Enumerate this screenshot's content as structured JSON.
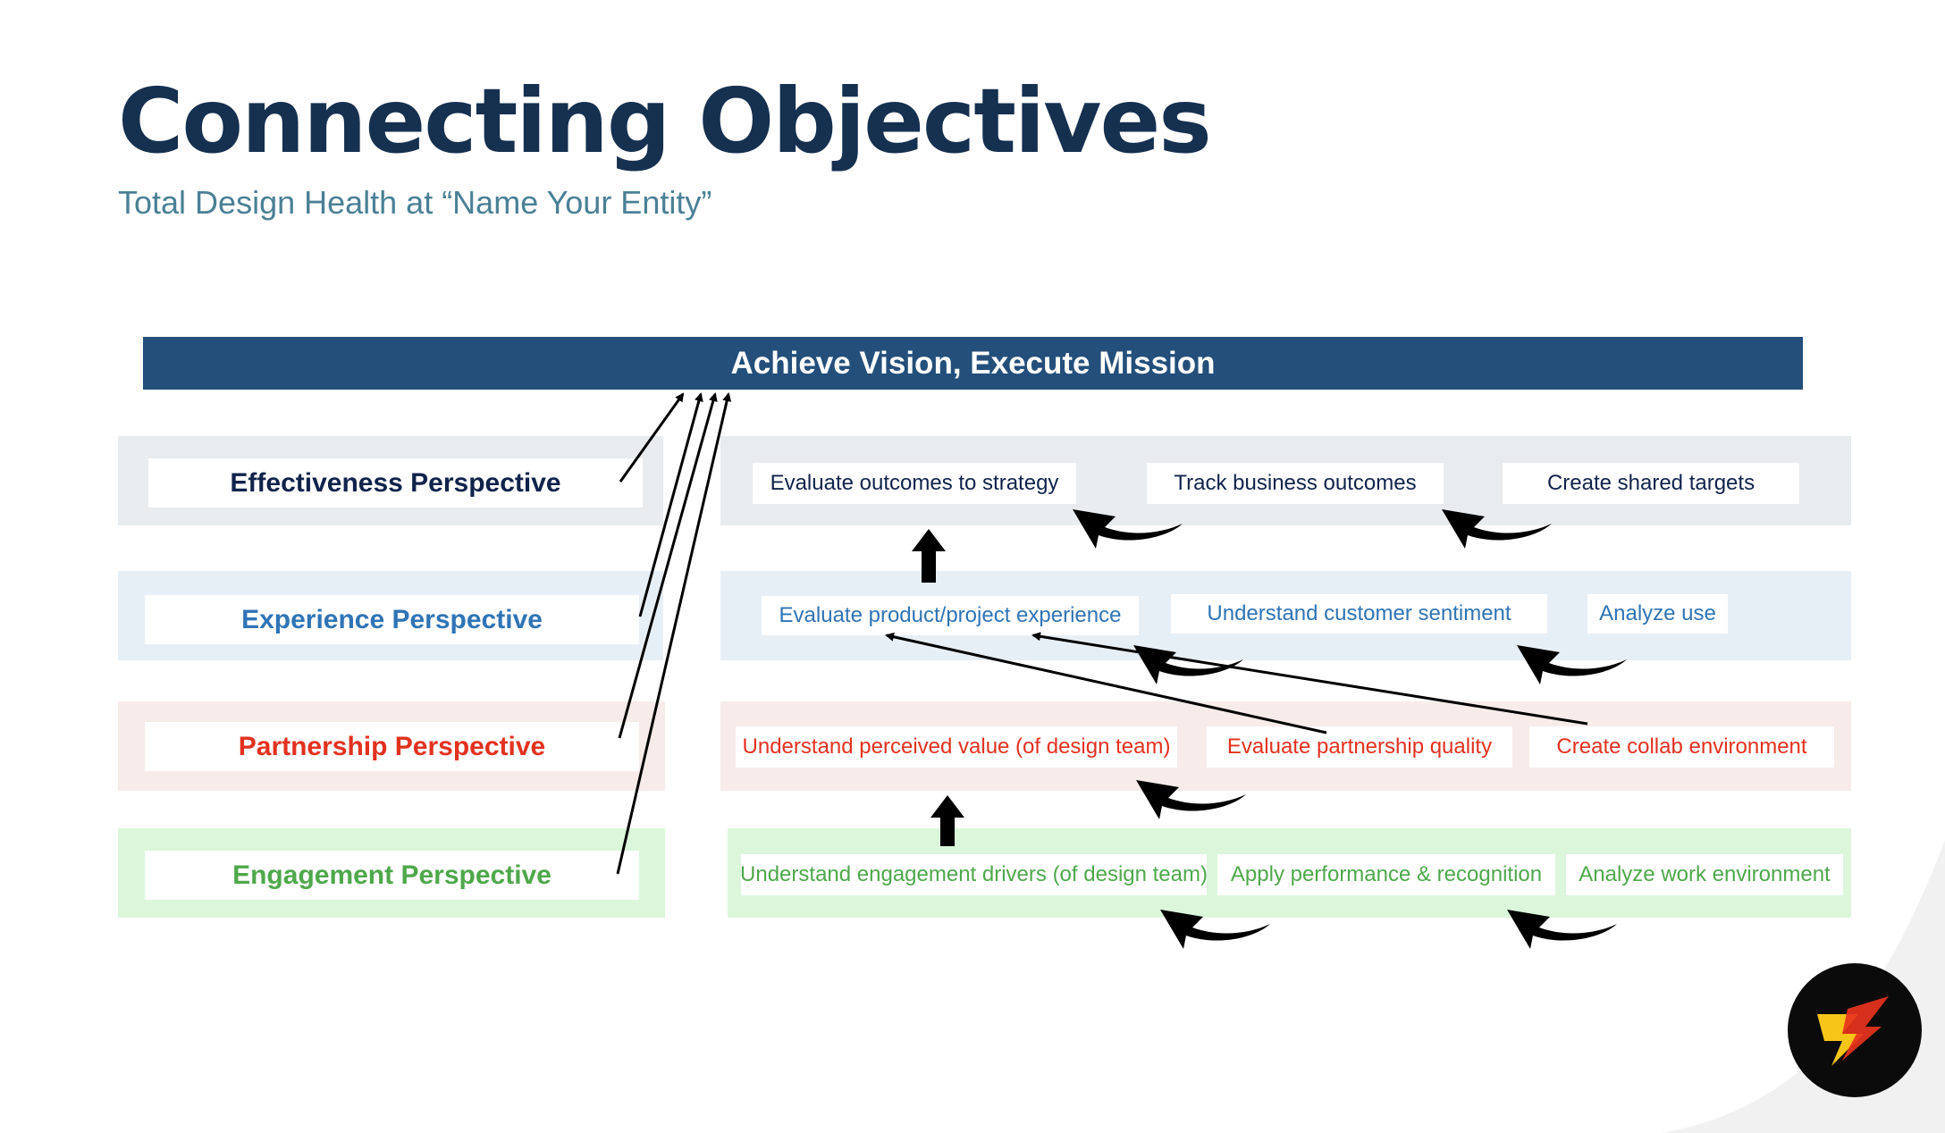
{
  "title": "Connecting Objectives",
  "subtitle": "Total Design Health at “Name Your Entity”",
  "banner": "Achieve Vision, Execute Mission",
  "perspectives": [
    {
      "label": "Effectiveness Perspective",
      "color": "#10234a"
    },
    {
      "label": "Experience Perspective",
      "color": "#2f74b5"
    },
    {
      "label": "Partnership Perspective",
      "color": "#e2311f"
    },
    {
      "label": "Engagement Perspective",
      "color": "#4ea84b"
    }
  ],
  "rows": {
    "effectiveness": [
      "Evaluate outcomes to strategy",
      "Track business outcomes",
      "Create shared targets"
    ],
    "experience": [
      "Evaluate product/project experience",
      "Understand customer sentiment",
      "Analyze use"
    ],
    "partnership": [
      "Understand perceived value (of design team)",
      "Evaluate partnership quality",
      "Create collab environment"
    ],
    "engagement": [
      "Understand engagement drivers (of design team)",
      "Apply performance & recognition",
      "Analyze work environment"
    ]
  },
  "colors": {
    "banner": "#234f7a",
    "title": "#16304f",
    "subtitle": "#4a8095"
  },
  "icons": [
    "arrow-icon",
    "logo-icon"
  ]
}
